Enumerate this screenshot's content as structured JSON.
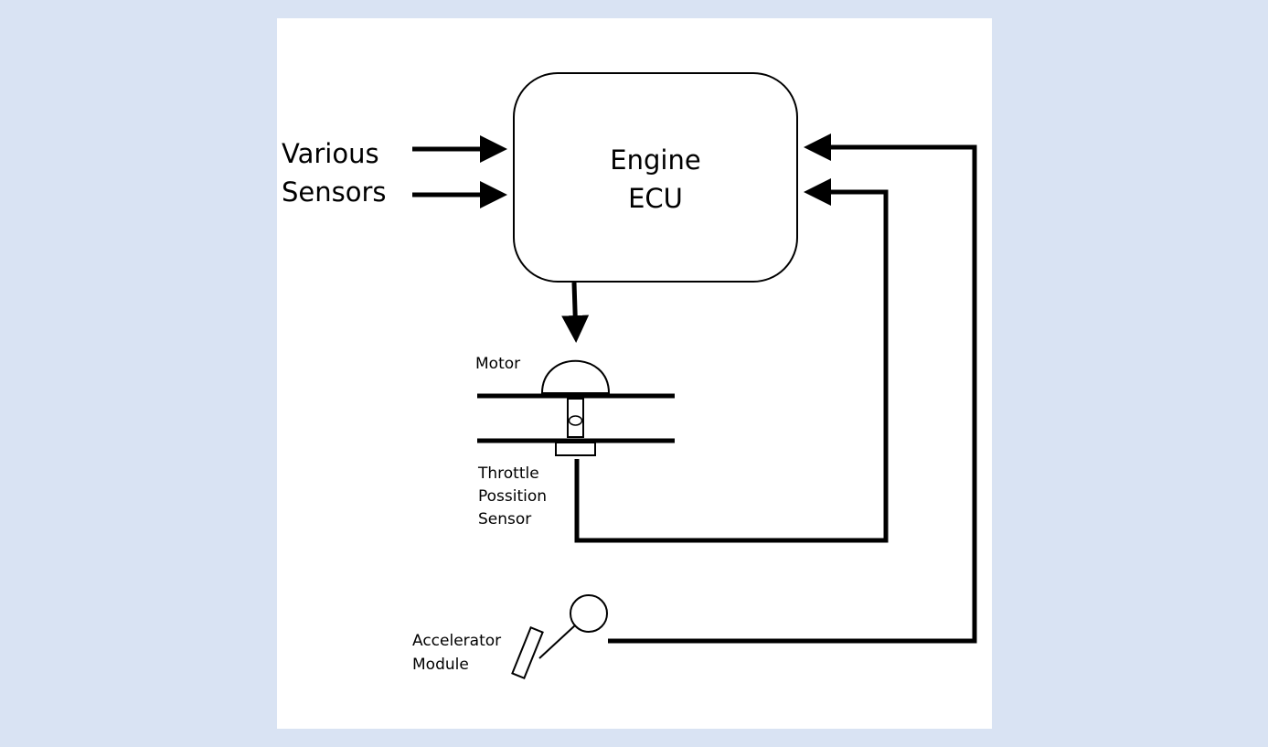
{
  "diagram": {
    "ecu_label_line1": "Engine",
    "ecu_label_line2": "ECU",
    "sensors_label_line1": "Various",
    "sensors_label_line2": "Sensors",
    "motor_label": "Motor",
    "tps_label_line1": "Throttle",
    "tps_label_line2": "Possition",
    "tps_label_line3": "Sensor",
    "accel_label_line1": "Accelerator",
    "accel_label_line2": "Module"
  },
  "colors": {
    "background": "#d9e3f3",
    "panel": "#ffffff",
    "stroke": "#000000"
  }
}
